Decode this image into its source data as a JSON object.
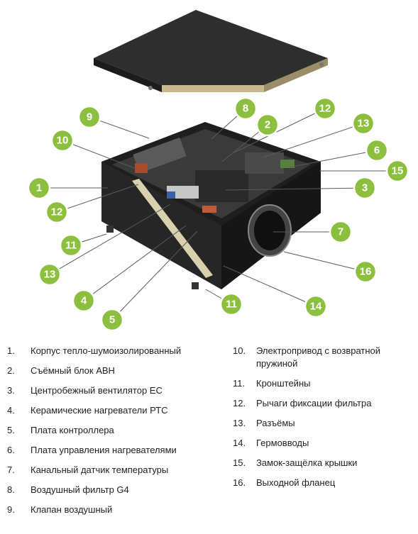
{
  "callouts": [
    "1",
    "2",
    "3",
    "4",
    "5",
    "6",
    "7",
    "8",
    "9",
    "10",
    "11",
    "12",
    "13",
    "14",
    "15",
    "16"
  ],
  "legend": {
    "left": [
      {
        "num": "1.",
        "text": "Корпус тепло-шумоизолированный"
      },
      {
        "num": "2.",
        "text": "Съёмный блок АВН"
      },
      {
        "num": "3.",
        "text": "Центробежный вентилятор ЕС"
      },
      {
        "num": "4.",
        "text": "Керамические нагреватели РТС"
      },
      {
        "num": "5.",
        "text": "Плата контроллера"
      },
      {
        "num": "6.",
        "text": "Плата управления нагревателями"
      },
      {
        "num": "7.",
        "text": "Канальный датчик температуры"
      },
      {
        "num": "8.",
        "text": "Воздушный фильтр G4"
      },
      {
        "num": "9.",
        "text": "Клапан воздушный"
      }
    ],
    "right": [
      {
        "num": "10.",
        "text": "Электропривод с возвратной пружиной"
      },
      {
        "num": "11.",
        "text": "Кронштейны"
      },
      {
        "num": "12.",
        "text": "Рычаги фиксации фильтра"
      },
      {
        "num": "13.",
        "text": "Разъёмы"
      },
      {
        "num": "14.",
        "text": "Гермовводы"
      },
      {
        "num": "15.",
        "text": "Замок-защёлка крышки"
      },
      {
        "num": "16.",
        "text": "Выходной фланец"
      }
    ]
  },
  "colors": {
    "badge": "#8dbf3f",
    "housing": "#1e1e1e",
    "lid": "#2b2b2b",
    "lid_edge": "#c9b98e"
  }
}
